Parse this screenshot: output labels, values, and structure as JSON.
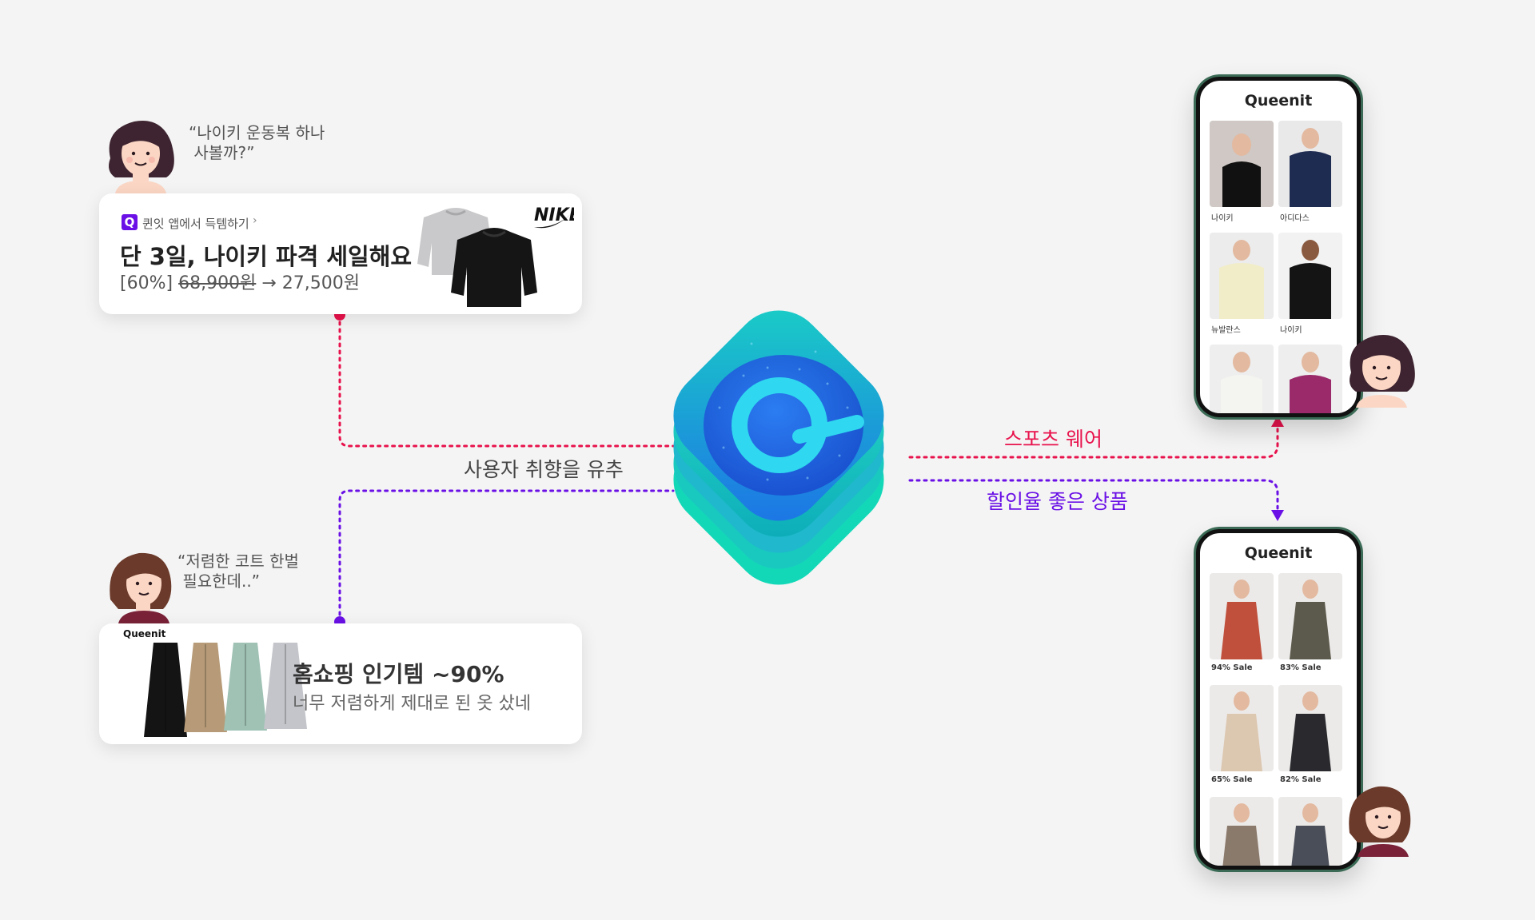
{
  "top_card": {
    "quote": "“나이키 운동복 하나\n 사볼까?”",
    "source_label": "퀸잇 앱에서 득템하기",
    "headline": "단 3일, 나이키 파격 세일해요",
    "discount": "[60%]",
    "old_price": "68,900원",
    "arrow": "→",
    "new_price": "27,500원",
    "brand_logo_text": "NIKE"
  },
  "bottom_card": {
    "quote": "“저렴한 코트 한벌\n 필요한데..”",
    "brand_label": "Queenit",
    "headline": "홈쇼핑 인기템 ~90%",
    "subtext": "너무 저렴하게 제대로 된 옷 샀네"
  },
  "center": {
    "infer_label": "사용자 취향을 유추",
    "sports_label": "스포츠 웨어",
    "discount_label": "할인율 좋은 상품"
  },
  "phone_top": {
    "title": "Queenit",
    "items": [
      {
        "label": "나이키"
      },
      {
        "label": "아디다스"
      },
      {
        "label": "뉴발란스"
      },
      {
        "label": "나이키"
      }
    ]
  },
  "phone_bottom": {
    "title": "Queenit",
    "items": [
      {
        "label": "94% Sale"
      },
      {
        "label": "83% Sale"
      },
      {
        "label": "65% Sale"
      },
      {
        "label": "82% Sale"
      }
    ]
  },
  "colors": {
    "pink_line": "#e8124c",
    "purple_line": "#6a10e6",
    "icon_teal": "#1de0c4",
    "icon_blue": "#1e6ff0"
  }
}
